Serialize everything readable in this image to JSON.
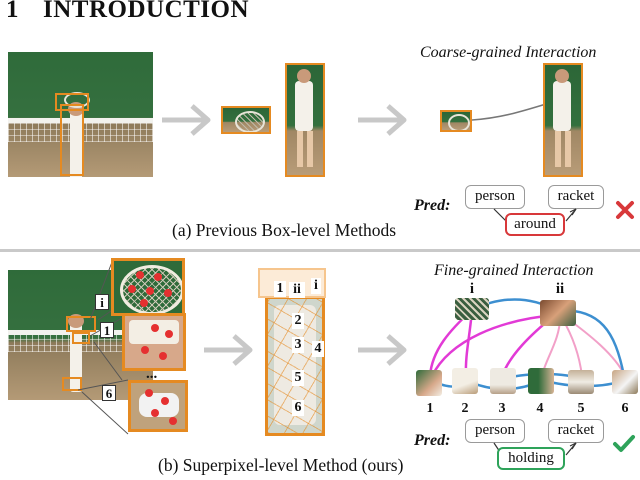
{
  "heading": {
    "number": "1",
    "title": "INTRODUCTION"
  },
  "top_panel": {
    "interaction_title": "Coarse-grained Interaction",
    "caption": "(a) Previous Box-level Methods",
    "pred_label": "Pred:",
    "subject": "person",
    "object": "racket",
    "relation": "around",
    "result_icon": "cross-icon",
    "relation_color": "#d8383a"
  },
  "bottom_panel": {
    "interaction_title": "Fine-grained Interaction",
    "caption": "(b) Superpixel-level Method (ours)",
    "pred_label": "Pred:",
    "subject": "person",
    "object": "racket",
    "relation": "holding",
    "result_icon": "check-icon",
    "relation_color": "#2ea35a",
    "left_tags": [
      "i",
      "1",
      "6"
    ],
    "ellipsis": "...",
    "superpixel_labels": [
      "1",
      "ii",
      "i",
      "2",
      "3",
      "4",
      "5",
      "6"
    ],
    "object_nodes": [
      "i",
      "ii"
    ],
    "person_nodes": [
      "1",
      "2",
      "3",
      "4",
      "5",
      "6"
    ]
  },
  "colors": {
    "box_orange": "#e58a21",
    "edge_magenta": "#e23ad6",
    "edge_blue": "#3d8fd0",
    "edge_pink": "#f2a0c8",
    "arrow_gray": "#c8c8c8"
  }
}
